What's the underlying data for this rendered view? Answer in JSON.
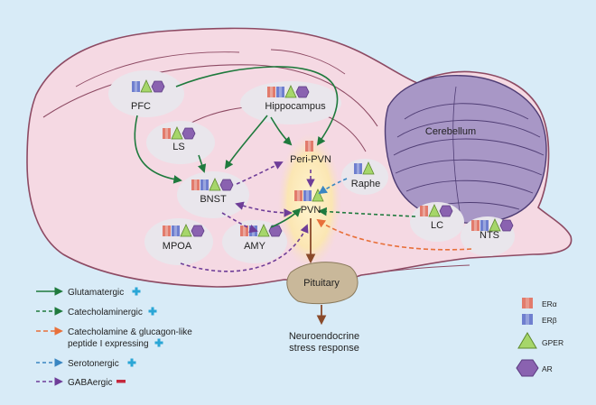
{
  "regions": {
    "pfc": "PFC",
    "hippocampus": "Hippocampus",
    "cerebellum": "Cerebellum",
    "ls": "LS",
    "peri_pvn": "Peri-PVN",
    "raphe": "Raphe",
    "bnst": "BNST",
    "pvn": "PVN",
    "lc": "LC",
    "nts": "NTS",
    "mpoa": "MPOA",
    "amy": "AMY",
    "pituitary": "Pituitary"
  },
  "output_label": {
    "line1": "Neuroendocrine",
    "line2": "stress response"
  },
  "legend": {
    "glutamatergic": "Glutamatergic",
    "catecholaminergic": "Catecholaminergic",
    "cate_glucagon_line1": "Catecholamine & glucagon-like",
    "cate_glucagon_line2": "peptide I expressing",
    "serotonergic": "Serotonergic",
    "gabaergic": "GABAergic"
  },
  "receptor_key": {
    "er_alpha": "ERα",
    "er_beta": "ERβ",
    "gper": "GPER",
    "ar": "AR"
  },
  "colors": {
    "background": "#d8ebf7",
    "brain": "#f5d9e3",
    "brain_outline": "#8d4a63",
    "cerebellum": "#a897c6",
    "pvn_glow": "#fdeec2",
    "pituitary": "#c9b89a",
    "glutamatergic": "#1f7a3d",
    "catecholaminergic": "#1f7a3d",
    "cate_glucagon": "#e8703a",
    "serotonergic": "#3a86c2",
    "gabaergic": "#6e3d98",
    "er_alpha": "#e27b6c",
    "er_beta": "#6f7fcf",
    "gper": "#a6d66a",
    "ar": "#8a62b0",
    "excitatory_sign": "#2aa6d6",
    "inhibitory_sign": "#c5283d"
  }
}
